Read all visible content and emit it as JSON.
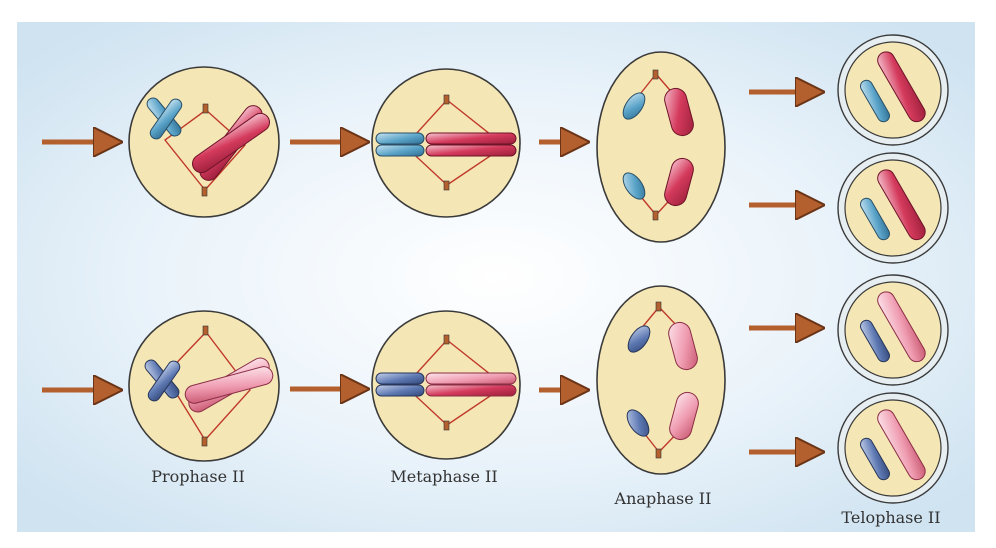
{
  "labels": {
    "prophase": "Prophase II",
    "metaphase": "Metaphase II",
    "anaphase": "Anaphase II",
    "telophase": "Telophase II"
  },
  "colors": {
    "background_edge": "#cfe3f1",
    "background_center": "#ffffff",
    "cell_fill": "#f5e7b5",
    "cell_stroke": "#3a3a3a",
    "spindle": "#c0392b",
    "arrow": "#b3602e",
    "chromosome_blue": "#5aa3c8",
    "chromosome_blue_dark": "#4f6fa8",
    "chromosome_red": "#d43a5c",
    "chromosome_pink": "#e98da3",
    "nuclear_ring": "#e7eef2"
  }
}
